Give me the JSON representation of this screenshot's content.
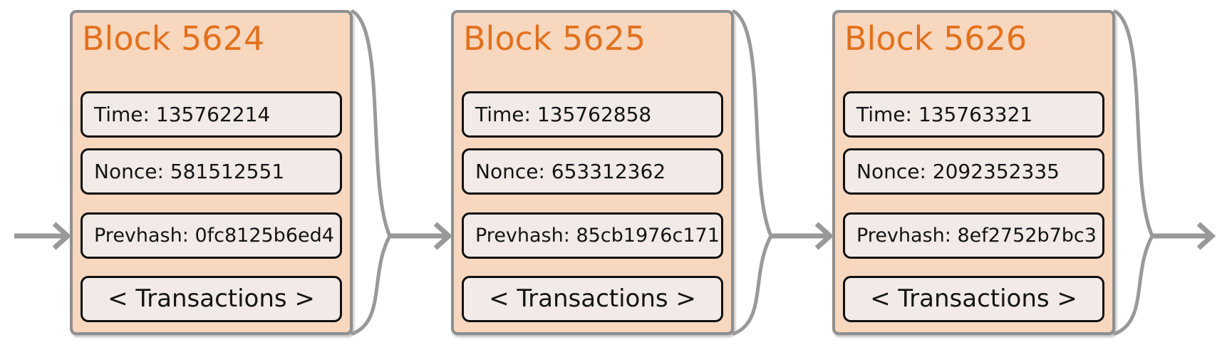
{
  "diagram": {
    "description": "Chain of three linked blockchain blocks",
    "colors": {
      "background": "#ffffff",
      "block_fill": "#f8d7bf",
      "block_border": "#8f8f8f",
      "field_fill": "#f1eae7",
      "field_border": "#101010",
      "title_accent": "#e2711d",
      "connector": "#999999"
    },
    "blocks": [
      {
        "title": "Block 5624",
        "fields": {
          "time": {
            "label": "Time:",
            "value": "135762214"
          },
          "nonce": {
            "label": "Nonce:",
            "value": "581512551"
          },
          "prevhash": {
            "label": "Prevhash:",
            "value": "0fc8125b6ed4"
          }
        },
        "transactions": "< Transactions >"
      },
      {
        "title": "Block 5625",
        "fields": {
          "time": {
            "label": "Time:",
            "value": "135762858"
          },
          "nonce": {
            "label": "Nonce:",
            "value": "653312362"
          },
          "prevhash": {
            "label": "Prevhash:",
            "value": "85cb1976c171"
          }
        },
        "transactions": "< Transactions >"
      },
      {
        "title": "Block 5626",
        "fields": {
          "time": {
            "label": "Time:",
            "value": "135763321"
          },
          "nonce": {
            "label": "Nonce:",
            "value": "2092352335"
          },
          "prevhash": {
            "label": "Prevhash:",
            "value": "8ef2752b7bc3"
          }
        },
        "transactions": "< Transactions >"
      }
    ]
  }
}
